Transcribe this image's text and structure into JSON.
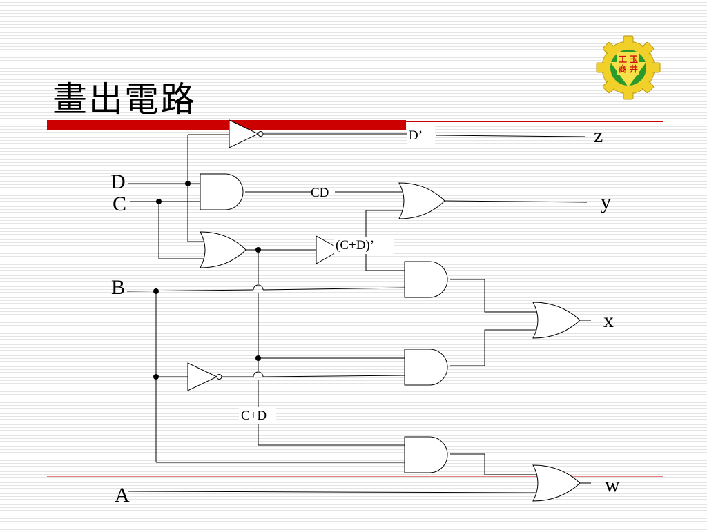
{
  "slide": {
    "title": "畫出電路"
  },
  "logo": {
    "chars": [
      "工",
      "玉",
      "商",
      "井"
    ],
    "gear_color": "#f2d02a",
    "inner_color": "#2a9a2a",
    "text_color": "#d01010"
  },
  "circuit": {
    "inputs": {
      "d": "D",
      "c": "C",
      "b": "B",
      "a": "A"
    },
    "outputs": {
      "z": "z",
      "y": "y",
      "x": "x",
      "w": "w"
    },
    "signals": {
      "d_not": "D’",
      "cd": "CD",
      "c_plus_d_not": "(C+D)’",
      "c_plus_d": "C+D"
    }
  },
  "colors": {
    "accent_red": "#cc0000"
  }
}
